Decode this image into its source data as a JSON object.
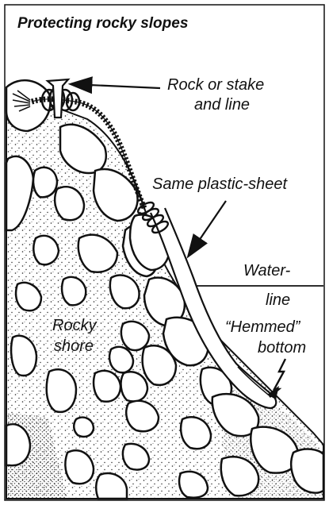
{
  "diagram": {
    "title": "Protecting rocky slopes",
    "labels": {
      "rock_stake": [
        "Rock or stake",
        "and line"
      ],
      "plastic_sheet": "Same plastic-sheet",
      "waterline": [
        "Water-",
        "line"
      ],
      "rocky_shore": [
        "Rocky",
        "shore"
      ],
      "hemmed_bottom": [
        "“Hemmed”",
        "bottom"
      ]
    }
  }
}
